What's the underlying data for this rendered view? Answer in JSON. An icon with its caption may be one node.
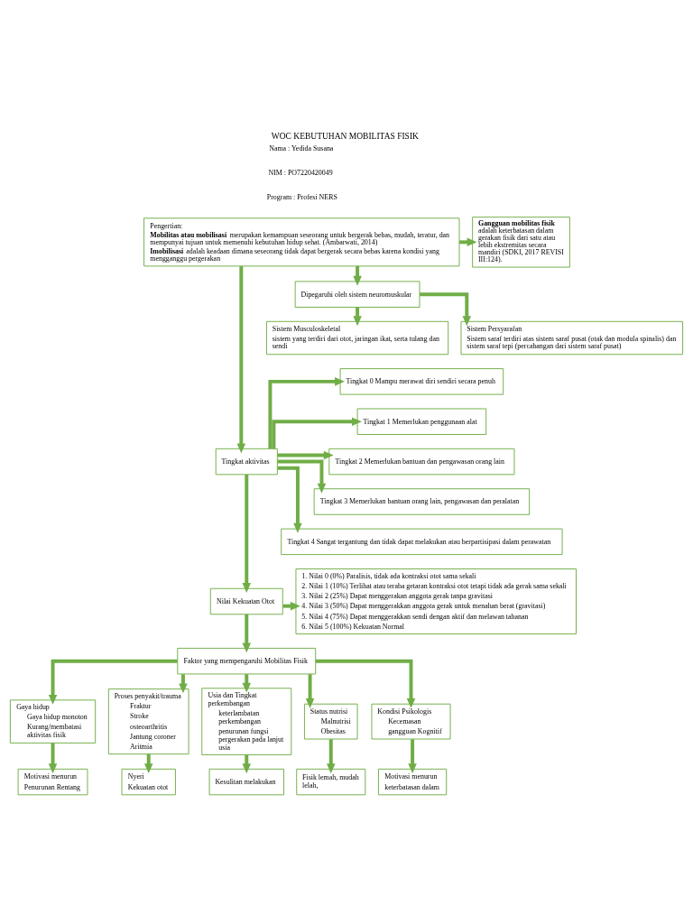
{
  "diagram": {
    "title": "WOC KEBUTUHAN MOBILITAS FISIK",
    "nodes": [
      {
        "text": [
          "Pengertian:",
          "**Mobilitas atau mobilisasi** merupakan kemampuan seseorang untuk bergerak bebas, mudah, teratur, dan mempunyai tujuan untuk memenuhi kebutuhan hidup sehat. (Ambarwati, 2014)",
          "**Imobilisasi** adalah keadaan dimana seseorang tidak dapat bergerak secara bebas karena kondisi yang mengganggu pergerakan"
        ]
      },
      {
        "text": [
          "**Gangguan mobilitas fisik** adalah keterbatasan dalam gerakan fisik dari satu atau lebih ekstremitas secara mandiri (SDKI, 2017 REVISI III:124)."
        ]
      },
      {
        "text": [
          "Dipegaruhi oleh sistem neuromuskular"
        ]
      },
      {
        "text": [
          "Sistem Musculoskeletal",
          "sistem yang terdiri dari otot, jaringan ikat, serta tulang dan sendi"
        ]
      },
      {
        "text": [
          "Sistem Persyarafan",
          "Sistem saraf terdiri atas sistem saraf pusat (otak dan modula spinalis) dan sistem saraf tepi (percabangan dari sistem saraf pusat)"
        ]
      },
      {
        "text": [
          "Tingkat aktivitas"
        ]
      },
      {
        "text": [
          "Tingkat 0 Mampu merawat diri sendiri secara penuh"
        ]
      },
      {
        "text": [
          "Tingkat 1 Memerlukan penggunaan alat"
        ]
      },
      {
        "text": [
          "Tingkat 2 Memerlukan bantuan dan pengawasan orang lain"
        ]
      },
      {
        "text": [
          "Tingkat 3 Memerlukan bantuan orang lain, pengawasan dan peralatan"
        ]
      },
      {
        "text": [
          "Tingkat 4 Sangat tergantung dan tidak dapat melakukan atau berpartisipasi dalam perawatan"
        ]
      },
      {
        "text": [
          "Nilai Kekuatan Otot"
        ]
      },
      {
        "text": [
          "1. Nilai 0 (0%) Paralisis, tidak ada kontraksi otot sama sekali",
          "2. Nilai 1 (10%) Terlihat atau teraba getaran kontraksi otot tetapi tidak ada gerak sama sekali",
          "3. Nilai 2 (25%) Dapat menggerakan anggota gerak tanpa gravitasi",
          "4. Nilai 3 (50%) Dapat menggerakkan anggota gerak untuk menahan berat (gravitasi)",
          "5. Nilai 4 (75%) Dapat menggerakkan sendi dengan aktif dan melawan tahanan",
          "6. Nilai 5 (100%) Kekuatan Normal"
        ]
      },
      {
        "text": [
          "Faktor yang mempengaruhi Mobilitas Fisik"
        ]
      },
      {
        "text": [
          "Gaya hidup",
          "Gaya hidup monoton",
          "Kurang/membatasi aktivitas fisik"
        ]
      },
      {
        "text": [
          "Proses penyakit/trauma",
          "Fraktur",
          "Stroke",
          "osteoarthritis",
          "Jantung coroner",
          "Aritmia"
        ]
      },
      {
        "text": [
          "Usia dan Tingkat perkembangan",
          "keterlambatan perkembangan",
          "penurunan fungsi pergerakan pada lanjut usia"
        ]
      },
      {
        "text": [
          "Status nutrisi",
          "Malnutrisi",
          "Obesitas"
        ]
      },
      {
        "text": [
          "Kondisi Psikologis",
          "Kecemasan",
          "gangguan Kognitif"
        ]
      },
      {
        "text": [
          "Motivasi menurun",
          "Penurunan Rentang"
        ]
      },
      {
        "text": [
          "Nyeri",
          "Kekuatan otot"
        ]
      },
      {
        "text": [
          "Kesulitan melakukan"
        ]
      },
      {
        "text": [
          "Fisik lemah, mudah lelah,"
        ]
      },
      {
        "text": [
          "Motivasi menurun",
          "keterbatasan dalam"
        ]
      }
    ],
    "edges": [
      {
        "from": 0,
        "to": 1,
        "arrow": "to"
      },
      {
        "from": 0,
        "to": 2,
        "arrow": "to"
      },
      {
        "from": 2,
        "to": 3,
        "arrow": "to"
      },
      {
        "from": 2,
        "to": 4,
        "arrow": "to"
      },
      {
        "from": 0,
        "to": 5,
        "arrow": "to"
      },
      {
        "from": 5,
        "to": 6,
        "arrow": "to"
      },
      {
        "from": 5,
        "to": 7,
        "arrow": "to"
      },
      {
        "from": 5,
        "to": 8,
        "arrow": "to"
      },
      {
        "from": 5,
        "to": 9,
        "arrow": "to"
      },
      {
        "from": 5,
        "to": 10,
        "arrow": "to"
      },
      {
        "from": 5,
        "to": 11,
        "arrow": "to"
      },
      {
        "from": 11,
        "to": 12,
        "arrow": "to"
      },
      {
        "from": 11,
        "to": 13,
        "arrow": "to"
      },
      {
        "from": 13,
        "to": 14,
        "arrow": "to"
      },
      {
        "from": 13,
        "to": 15,
        "arrow": "to"
      },
      {
        "from": 13,
        "to": 16,
        "arrow": "to"
      },
      {
        "from": 13,
        "to": 17,
        "arrow": "to"
      },
      {
        "from": 13,
        "to": 18,
        "arrow": "to"
      },
      {
        "from": 14,
        "to": 19,
        "arrow": "to"
      },
      {
        "from": 15,
        "to": 20,
        "arrow": "to"
      },
      {
        "from": 16,
        "to": 21,
        "arrow": "to"
      },
      {
        "from": 17,
        "to": 22,
        "arrow": "to"
      },
      {
        "from": 18,
        "to": 23,
        "arrow": "to"
      }
    ],
    "labels": [
      "Nama : Yedida Susana",
      "NIM : PO7220420049",
      "Program : Profesi NERS"
    ]
  }
}
